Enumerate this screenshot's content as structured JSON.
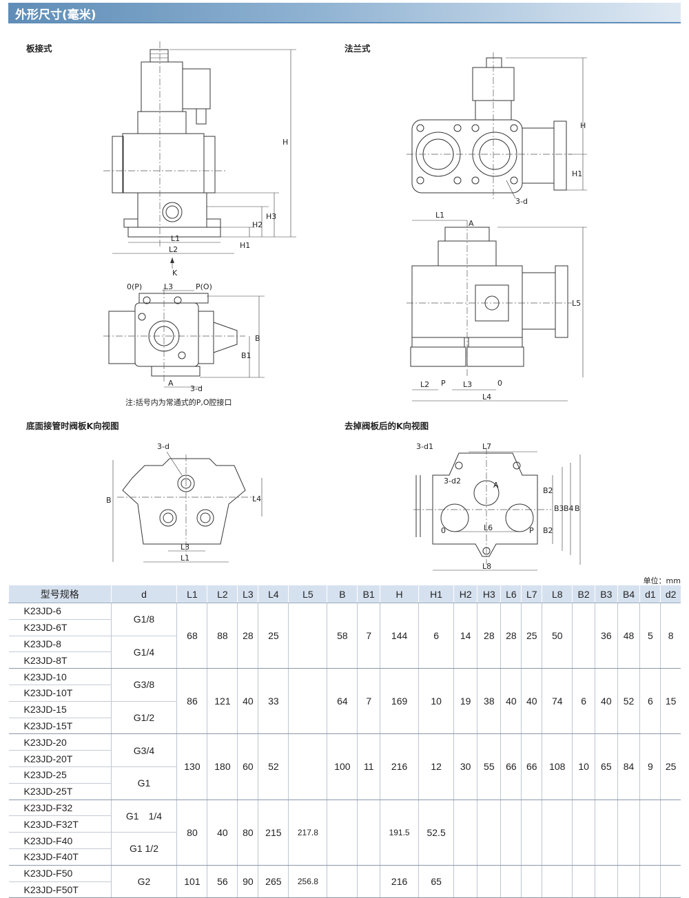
{
  "header": {
    "title": "外形尺寸(毫米)"
  },
  "views": {
    "plate": "板接式",
    "flange": "法兰式",
    "bottom_k": "底面接管时阀板K向视图",
    "removed_k": "去掉阀板后的K向视图",
    "note": "注:括号内为常通式的P,O腔接口"
  },
  "dims": {
    "L1": "L1",
    "L2": "L2",
    "L3": "L3",
    "L4": "L4",
    "L5": "L5",
    "L6": "L6",
    "L7": "L7",
    "L8": "L8",
    "H": "H",
    "H1": "H1",
    "H2": "H2",
    "H3": "H3",
    "B": "B",
    "B1": "B1",
    "B2": "B2",
    "B3": "B3",
    "B4": "B4",
    "K": "K",
    "A": "A",
    "P": "P",
    "O": "0",
    "OP": "0(P)",
    "PO": "P(O)",
    "d3": "3-d",
    "d1": "3-d1",
    "d2": "3-d2"
  },
  "unit": "单位：mm",
  "table": {
    "headers": [
      "型号规格",
      "d",
      "L1",
      "L2",
      "L3",
      "L4",
      "L5",
      "B",
      "B1",
      "H",
      "H1",
      "H2",
      "H3",
      "L6",
      "L7",
      "L8",
      "B2",
      "B3",
      "B4",
      "d1",
      "d2"
    ],
    "groups": [
      {
        "models": [
          "K23JD-6",
          "K23JD-6T",
          "K23JD-8",
          "K23JD-8T"
        ],
        "d": [
          "G1/8",
          "G1/4"
        ],
        "values": [
          "68",
          "88",
          "28",
          "25",
          "",
          "58",
          "7",
          "144",
          "6",
          "14",
          "28",
          "28",
          "25",
          "50",
          "",
          "36",
          "48",
          "5",
          "8"
        ]
      },
      {
        "models": [
          "K23JD-10",
          "K23JD-10T",
          "K23JD-15",
          "K23JD-15T"
        ],
        "d": [
          "G3/8",
          "G1/2"
        ],
        "values": [
          "86",
          "121",
          "40",
          "33",
          "",
          "64",
          "7",
          "169",
          "10",
          "19",
          "38",
          "40",
          "40",
          "74",
          "6",
          "40",
          "52",
          "6",
          "15"
        ]
      },
      {
        "models": [
          "K23JD-20",
          "K23JD-20T",
          "K23JD-25",
          "K23JD-25T"
        ],
        "d": [
          "G3/4",
          "G1"
        ],
        "values": [
          "130",
          "180",
          "60",
          "52",
          "",
          "100",
          "11",
          "216",
          "12",
          "30",
          "55",
          "66",
          "66",
          "108",
          "10",
          "65",
          "84",
          "9",
          "25"
        ]
      },
      {
        "models": [
          "K23JD-F32",
          "K23JD-F32T",
          "K23JD-F40",
          "K23JD-F40T"
        ],
        "d": [
          "G1　1/4",
          "G1 1/2"
        ],
        "values": [
          "80",
          "40",
          "80",
          "215",
          "217.8",
          "",
          "",
          "191.5",
          "52.5",
          "",
          "",
          "",
          "",
          "",
          "",
          "",
          "",
          "",
          ""
        ]
      },
      {
        "models": [
          "K23JD-F50",
          "K23JD-F50T"
        ],
        "d": [
          "G2"
        ],
        "values": [
          "101",
          "56",
          "90",
          "265",
          "256.8",
          "",
          "",
          "216",
          "65",
          "",
          "",
          "",
          "",
          "",
          "",
          "",
          "",
          "",
          ""
        ]
      }
    ]
  }
}
